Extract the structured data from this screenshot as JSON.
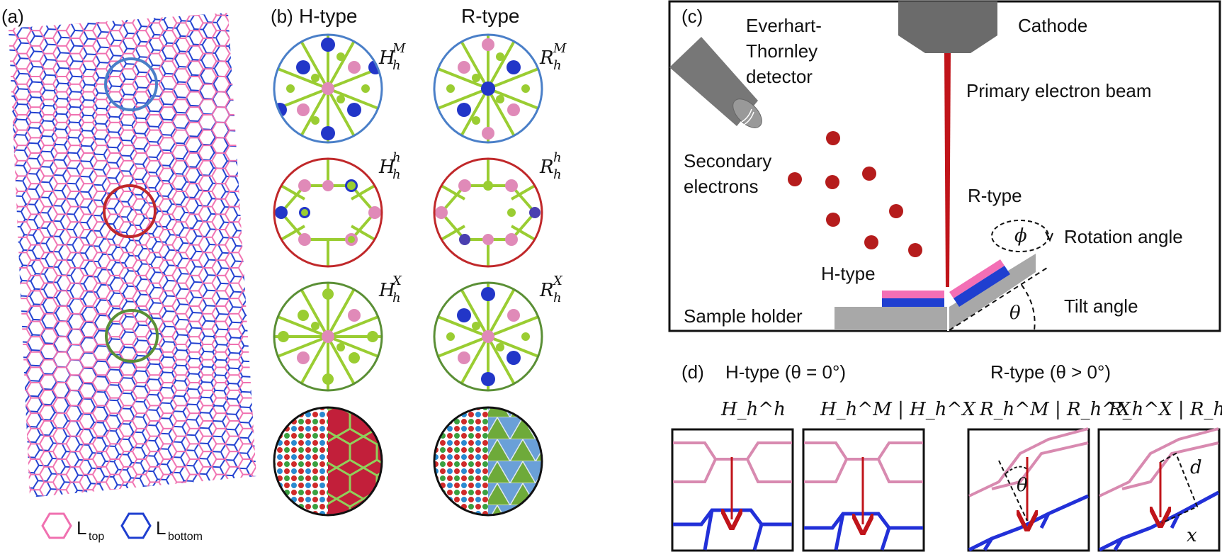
{
  "panels": {
    "a": {
      "tag": "(a)",
      "legend": [
        {
          "symbol": "L",
          "sub": "top",
          "color": "#f070b0"
        },
        {
          "symbol": "L",
          "sub": "bottom",
          "color": "#1f3fd0"
        }
      ]
    },
    "b": {
      "tag": "(b)",
      "columns": [
        "H-type",
        "R-type"
      ],
      "rows": [
        {
          "h_base": "H",
          "h_sub": "h",
          "h_sup": "M",
          "r_base": "R",
          "r_sub": "h",
          "r_sup": "M",
          "ring": "#4a7fc8"
        },
        {
          "h_base": "H",
          "h_sub": "h",
          "h_sup": "h",
          "r_base": "R",
          "r_sub": "h",
          "r_sup": "h",
          "ring": "#c0282a"
        },
        {
          "h_base": "H",
          "h_sub": "h",
          "h_sup": "X",
          "r_base": "R",
          "r_sub": "h",
          "r_sup": "X",
          "ring": "#5a8f35"
        }
      ]
    },
    "c": {
      "tag": "(c)",
      "detector": [
        "Everhart-",
        "Thornley",
        "detector"
      ],
      "cathode": "Cathode",
      "beam": "Primary electron beam",
      "secondary": [
        "Secondary",
        "electrons"
      ],
      "r_type": "R-type",
      "h_type": "H-type",
      "rotation_symbol": "ϕ",
      "rotation": "Rotation angle",
      "tilt_symbol": "θ",
      "tilt": "Tilt angle",
      "holder": "Sample holder"
    },
    "d": {
      "tag": "(d)",
      "h_header": "H-type (θ = 0°)",
      "r_header": "R-type (θ > 0°)",
      "captions": [
        "H_h^h",
        "H_h^M | H_h^X",
        "R_h^M | R_h^X",
        "R_h^X | R_h^M"
      ],
      "theta": "θ",
      "d_label": "d",
      "x_label": "x"
    }
  },
  "colors": {
    "pink": "#f070b0",
    "blue": "#1f3fd0",
    "beam": "#c0141a",
    "electron": "#b51c1c",
    "gray": "#a8a8a8",
    "green_atom": "#9acd32",
    "pink_atom": "#e08ab8"
  }
}
